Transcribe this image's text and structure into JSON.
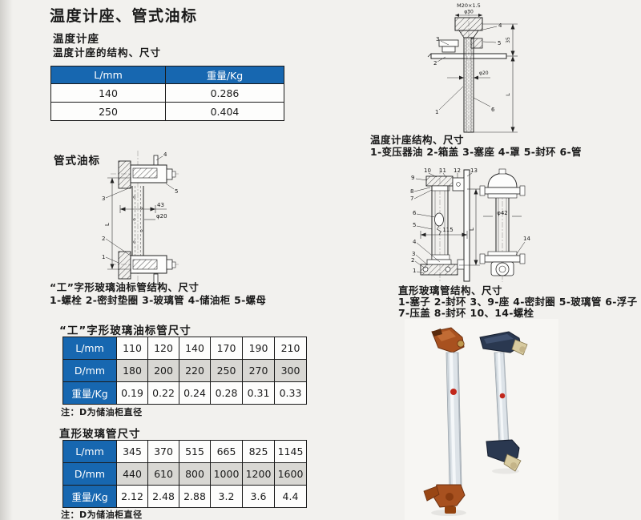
{
  "colors": {
    "page_bg": "#f2f1ee",
    "header_blue": "#1767b0",
    "row_gray": "#d8d7d3",
    "accent_orange": "#a8511f",
    "accent_navy": "#2a3850",
    "glass_gray": "#dde3e8",
    "float_red": "#c1271b",
    "brass": "#bf9a4e",
    "plug_tan": "#d8cba0"
  },
  "page_title": "温度计座、管式油标",
  "seat": {
    "heading": "温度计座",
    "subheading": "温度计座的结构、尺寸",
    "table": {
      "col_headers": [
        "L/mm",
        "重量/Kg"
      ],
      "rows": [
        [
          "140",
          "0.286"
        ],
        [
          "250",
          "0.404"
        ]
      ]
    }
  },
  "seat_drawing": {
    "thread": "M20×1.5",
    "dia30": "φ30",
    "dia20": "φ20",
    "dim35": "35",
    "dimL": "L",
    "c1": "1",
    "c2": "2",
    "c3": "3",
    "c4": "4",
    "c5": "5",
    "c6": "6",
    "caption_title": "温度计座结构、尺寸",
    "caption_parts": "1-变压器油 2-箱盖 3-塞座 4-罩 5-封环 6-管"
  },
  "tube_gauge": {
    "heading": "管式油标",
    "drawing": {
      "dim43": "43",
      "dia20": "φ20",
      "dimL": "L",
      "c1": "1",
      "c2": "2",
      "c3": "3",
      "c4": "4",
      "c5": "5",
      "caption_title": "“工”字形玻璃油标管结构、尺寸",
      "caption_parts": "1-螺栓 2-密封垫圈 3-玻璃管 4-储油柜 5-螺母"
    }
  },
  "straight_drawing": {
    "dim115": "115",
    "dia42": "φ42",
    "dimL": "L",
    "c1": "1",
    "c2": "2",
    "c3": "3",
    "c4": "4",
    "c5": "5",
    "c6": "6",
    "c7": "7",
    "c8": "8",
    "c9": "9",
    "c10": "10",
    "c11": "11",
    "c12": "12",
    "c13": "13",
    "c14": "14",
    "caption_title": "直形玻璃管结构、尺寸",
    "caption_line1": "1-塞子 2-封环 3、9-座 4-密封圈 5-玻璃管 6-浮子",
    "caption_line2": "7-压盖 8-封环 10、14-螺栓"
  },
  "i_table": {
    "title": "“工”字形玻璃油标管尺寸",
    "row_headers": [
      "L/mm",
      "D/mm",
      "重量/Kg"
    ],
    "rows": [
      [
        "110",
        "120",
        "140",
        "170",
        "190",
        "210"
      ],
      [
        "180",
        "200",
        "220",
        "250",
        "270",
        "300"
      ],
      [
        "0.19",
        "0.22",
        "0.24",
        "0.28",
        "0.31",
        "0.33"
      ]
    ],
    "note": "注：D为储油柜直径"
  },
  "straight_table": {
    "title": "直形玻璃管尺寸",
    "row_headers": [
      "L/mm",
      "D/mm",
      "重量/Kg"
    ],
    "rows": [
      [
        "345",
        "370",
        "515",
        "665",
        "825",
        "1145"
      ],
      [
        "440",
        "610",
        "800",
        "1000",
        "1200",
        "1600"
      ],
      [
        "2.12",
        "2.48",
        "2.88",
        "3.2",
        "3.6",
        "4.4"
      ]
    ],
    "note": "注：D为储油柜直径"
  }
}
